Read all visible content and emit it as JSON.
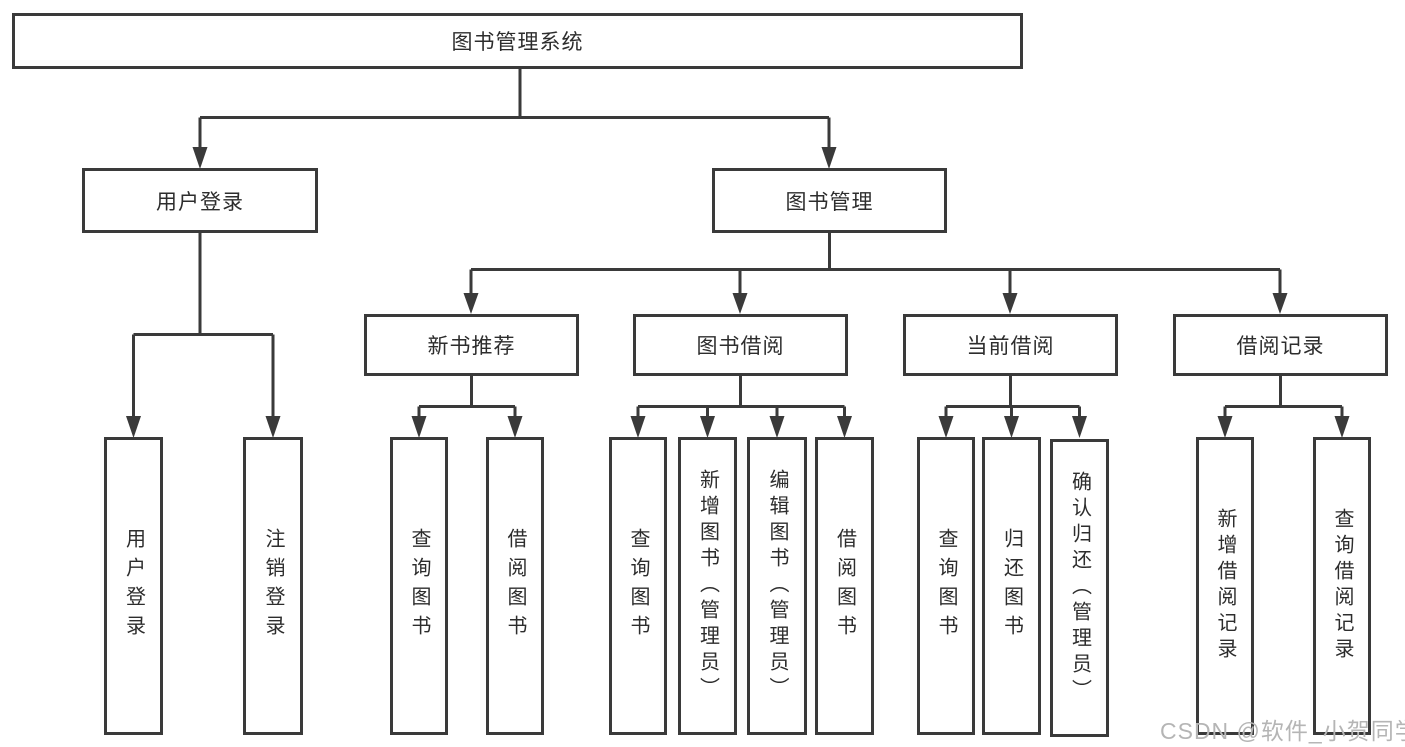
{
  "title": "图书管理系统",
  "watermark": "CSDN @软件_小贺同学",
  "colors": {
    "line": "#3a3a3a",
    "border": "#3a3a3a",
    "text": "#2d2d2d",
    "background": "#ffffff",
    "watermark": "#b5b5b5"
  },
  "tree": {
    "root": "图书管理系统",
    "branches": [
      {
        "label": "用户登录",
        "children": [
          "用户登录",
          "注销登录"
        ]
      },
      {
        "label": "图书管理",
        "children": [
          {
            "label": "新书推荐",
            "children": [
              "查询图书",
              "借阅图书"
            ]
          },
          {
            "label": "图书借阅",
            "children": [
              "查询图书",
              "新增图书（管理员）",
              "编辑图书（管理员）",
              "借阅图书"
            ]
          },
          {
            "label": "当前借阅",
            "children": [
              "查询图书",
              "归还图书",
              "确认归还（管理员）"
            ]
          },
          {
            "label": "借阅记录",
            "children": [
              "新增借阅记录",
              "查询借阅记录"
            ]
          }
        ]
      }
    ]
  }
}
